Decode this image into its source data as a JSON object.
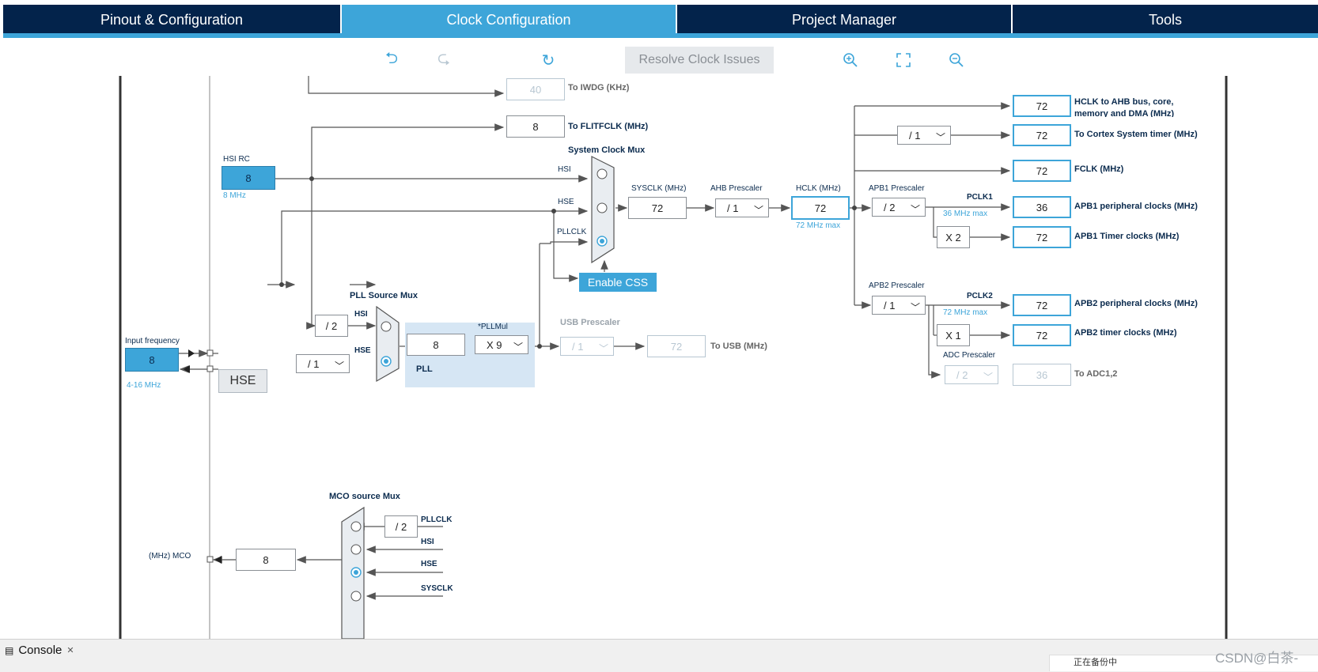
{
  "tabs": [
    {
      "label": "Pinout & Configuration",
      "active": false
    },
    {
      "label": "Clock Configuration",
      "active": true
    },
    {
      "label": "Project Manager",
      "active": false
    },
    {
      "label": "Tools",
      "active": false
    }
  ],
  "toolbar": {
    "undo_icon": "undo-icon",
    "redo_icon": "redo-icon",
    "refresh_icon": "refresh-icon",
    "resolve_label": "Resolve Clock Issues",
    "zoom_in_icon": "zoom-in-icon",
    "fit_icon": "fit-screen-icon",
    "zoom_out_icon": "zoom-out-icon"
  },
  "diagram": {
    "iwdg": {
      "value": "40",
      "label": "To IWDG (KHz)"
    },
    "flitfclk": {
      "value": "8",
      "label": "To FLITFCLK (MHz)"
    },
    "hsi_rc": {
      "title": "HSI RC",
      "value": "8",
      "note": "8 MHz"
    },
    "sysclk_mux": {
      "title": "System Clock Mux",
      "inputs": [
        "HSI",
        "HSE",
        "PLLCLK"
      ]
    },
    "sysclk": {
      "title": "SYSCLK (MHz)",
      "value": "72"
    },
    "ahb_prescaler": {
      "title": "AHB Prescaler",
      "value": "/ 1"
    },
    "hclk": {
      "title": "HCLK (MHz)",
      "value": "72",
      "note": "72 MHz max"
    },
    "apb1_prescaler": {
      "title": "APB1 Prescaler",
      "value": "/ 2"
    },
    "pclk1": {
      "title": "PCLK1",
      "note": "36 MHz max"
    },
    "apb2_prescaler": {
      "title": "APB2 Prescaler",
      "value": "/ 1"
    },
    "pclk2": {
      "title": "PCLK2",
      "note": "72 MHz max"
    },
    "cortex_div": "/ 1",
    "apb1_timer_mul": "X 2",
    "apb2_timer_mul": "X 1",
    "adc_prescaler": {
      "title": "ADC Prescaler",
      "value": "/ 2"
    },
    "outputs": {
      "hclk_ahb": {
        "value": "72",
        "label": "HCLK to AHB bus, core,",
        "label2": "memory and DMA (MHz)"
      },
      "cortex": {
        "value": "72",
        "label": "To Cortex System timer (MHz)"
      },
      "fclk": {
        "value": "72",
        "label": "FCLK (MHz)"
      },
      "apb1_periph": {
        "value": "36",
        "label": "APB1 peripheral clocks (MHz)"
      },
      "apb1_timer": {
        "value": "72",
        "label": "APB1 Timer clocks (MHz)"
      },
      "apb2_periph": {
        "value": "72",
        "label": "APB2 peripheral clocks (MHz)"
      },
      "apb2_timer": {
        "value": "72",
        "label": "APB2 timer clocks (MHz)"
      },
      "adc": {
        "value": "36",
        "label": "To ADC1,2"
      }
    },
    "enable_css": "Enable CSS",
    "pll_source_mux": {
      "title": "PLL Source Mux",
      "inputs": [
        "HSI",
        "HSE"
      ]
    },
    "hsi_div2": "/ 2",
    "hse_div": "/ 1",
    "pll": {
      "label": "PLL",
      "value": "8",
      "mul_title": "*PLLMul",
      "mul_value": "X 9"
    },
    "usb_prescaler": {
      "title": "USB Prescaler",
      "value": "/ 1",
      "output": "72",
      "label": "To USB (MHz)"
    },
    "input_frequency": {
      "title": "Input frequency",
      "value": "8",
      "range": "4-16 MHz"
    },
    "hse_label": "HSE",
    "mco": {
      "title": "MCO source Mux",
      "div": "/ 2",
      "inputs": [
        "PLLCLK",
        "HSI",
        "HSE",
        "SYSCLK"
      ],
      "value": "8",
      "label": "(MHz) MCO"
    }
  },
  "bottom": {
    "console_label": "Console",
    "watermark": "CSDN@白茶-",
    "notify_text": "正在备份中"
  },
  "colors": {
    "navy": "#03234b",
    "accent": "#3da5d9",
    "light_panel": "#d6e6f4"
  }
}
